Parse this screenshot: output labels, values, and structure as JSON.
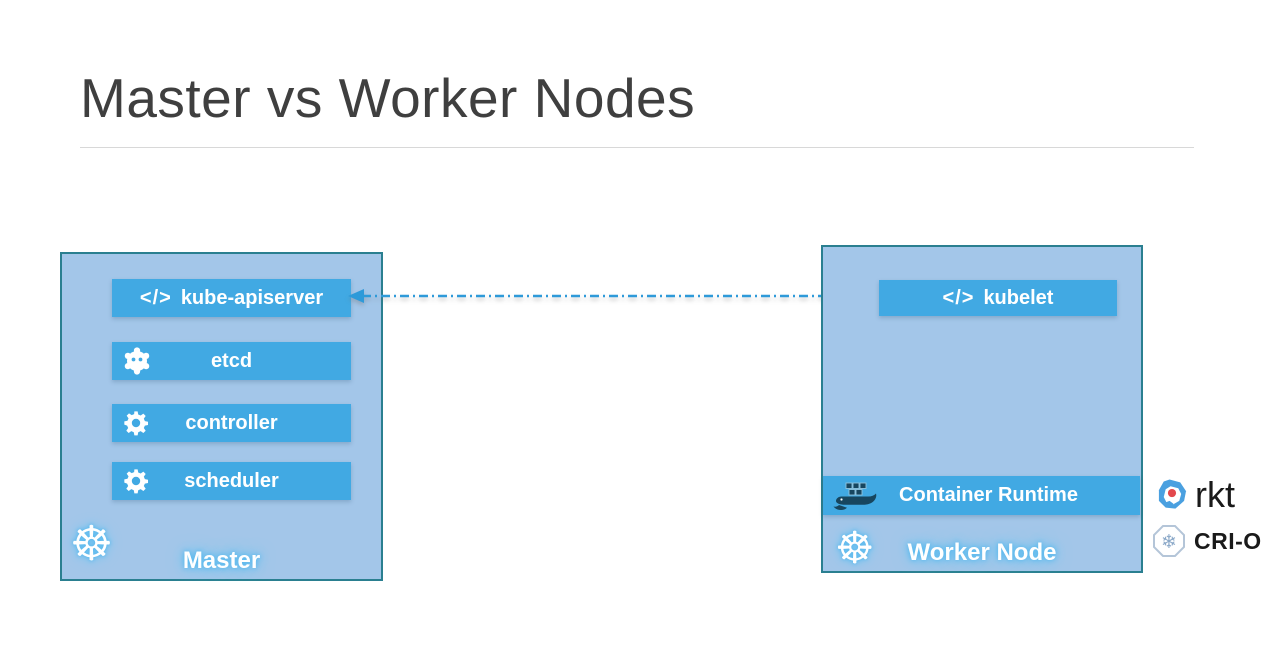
{
  "title": "Master vs Worker Nodes",
  "master_node": {
    "title": "Master",
    "components": [
      {
        "label": "kube-apiserver",
        "icon": "code-icon",
        "icon_text": "</>"
      },
      {
        "label": "etcd",
        "icon": "etcd-gear-icon"
      },
      {
        "label": "controller",
        "icon": "gear-icon"
      },
      {
        "label": "scheduler",
        "icon": "gear-icon"
      }
    ]
  },
  "worker_node": {
    "title": "Worker Node",
    "kubelet": {
      "label": "kubelet",
      "icon": "code-icon",
      "icon_text": "</>"
    },
    "container_runtime": {
      "label": "Container Runtime",
      "icon": "docker-whale-icon"
    }
  },
  "connection": {
    "type": "dash-dot-double-arrow",
    "from": "kube-apiserver",
    "to": "kubelet"
  },
  "container_runtimes": [
    {
      "name": "rkt",
      "icon": "rkt-logo-icon"
    },
    {
      "name": "CRI-O",
      "icon": "crio-logo-icon"
    }
  ],
  "icons": {
    "kubernetes_wheel": "☸"
  },
  "colors": {
    "bar_blue": "#41a9e3",
    "box_fill": "#a3c6e9",
    "box_border": "#2a7f90",
    "arrow_blue": "#2e9ad9",
    "title_gray": "#3f3f3f"
  }
}
